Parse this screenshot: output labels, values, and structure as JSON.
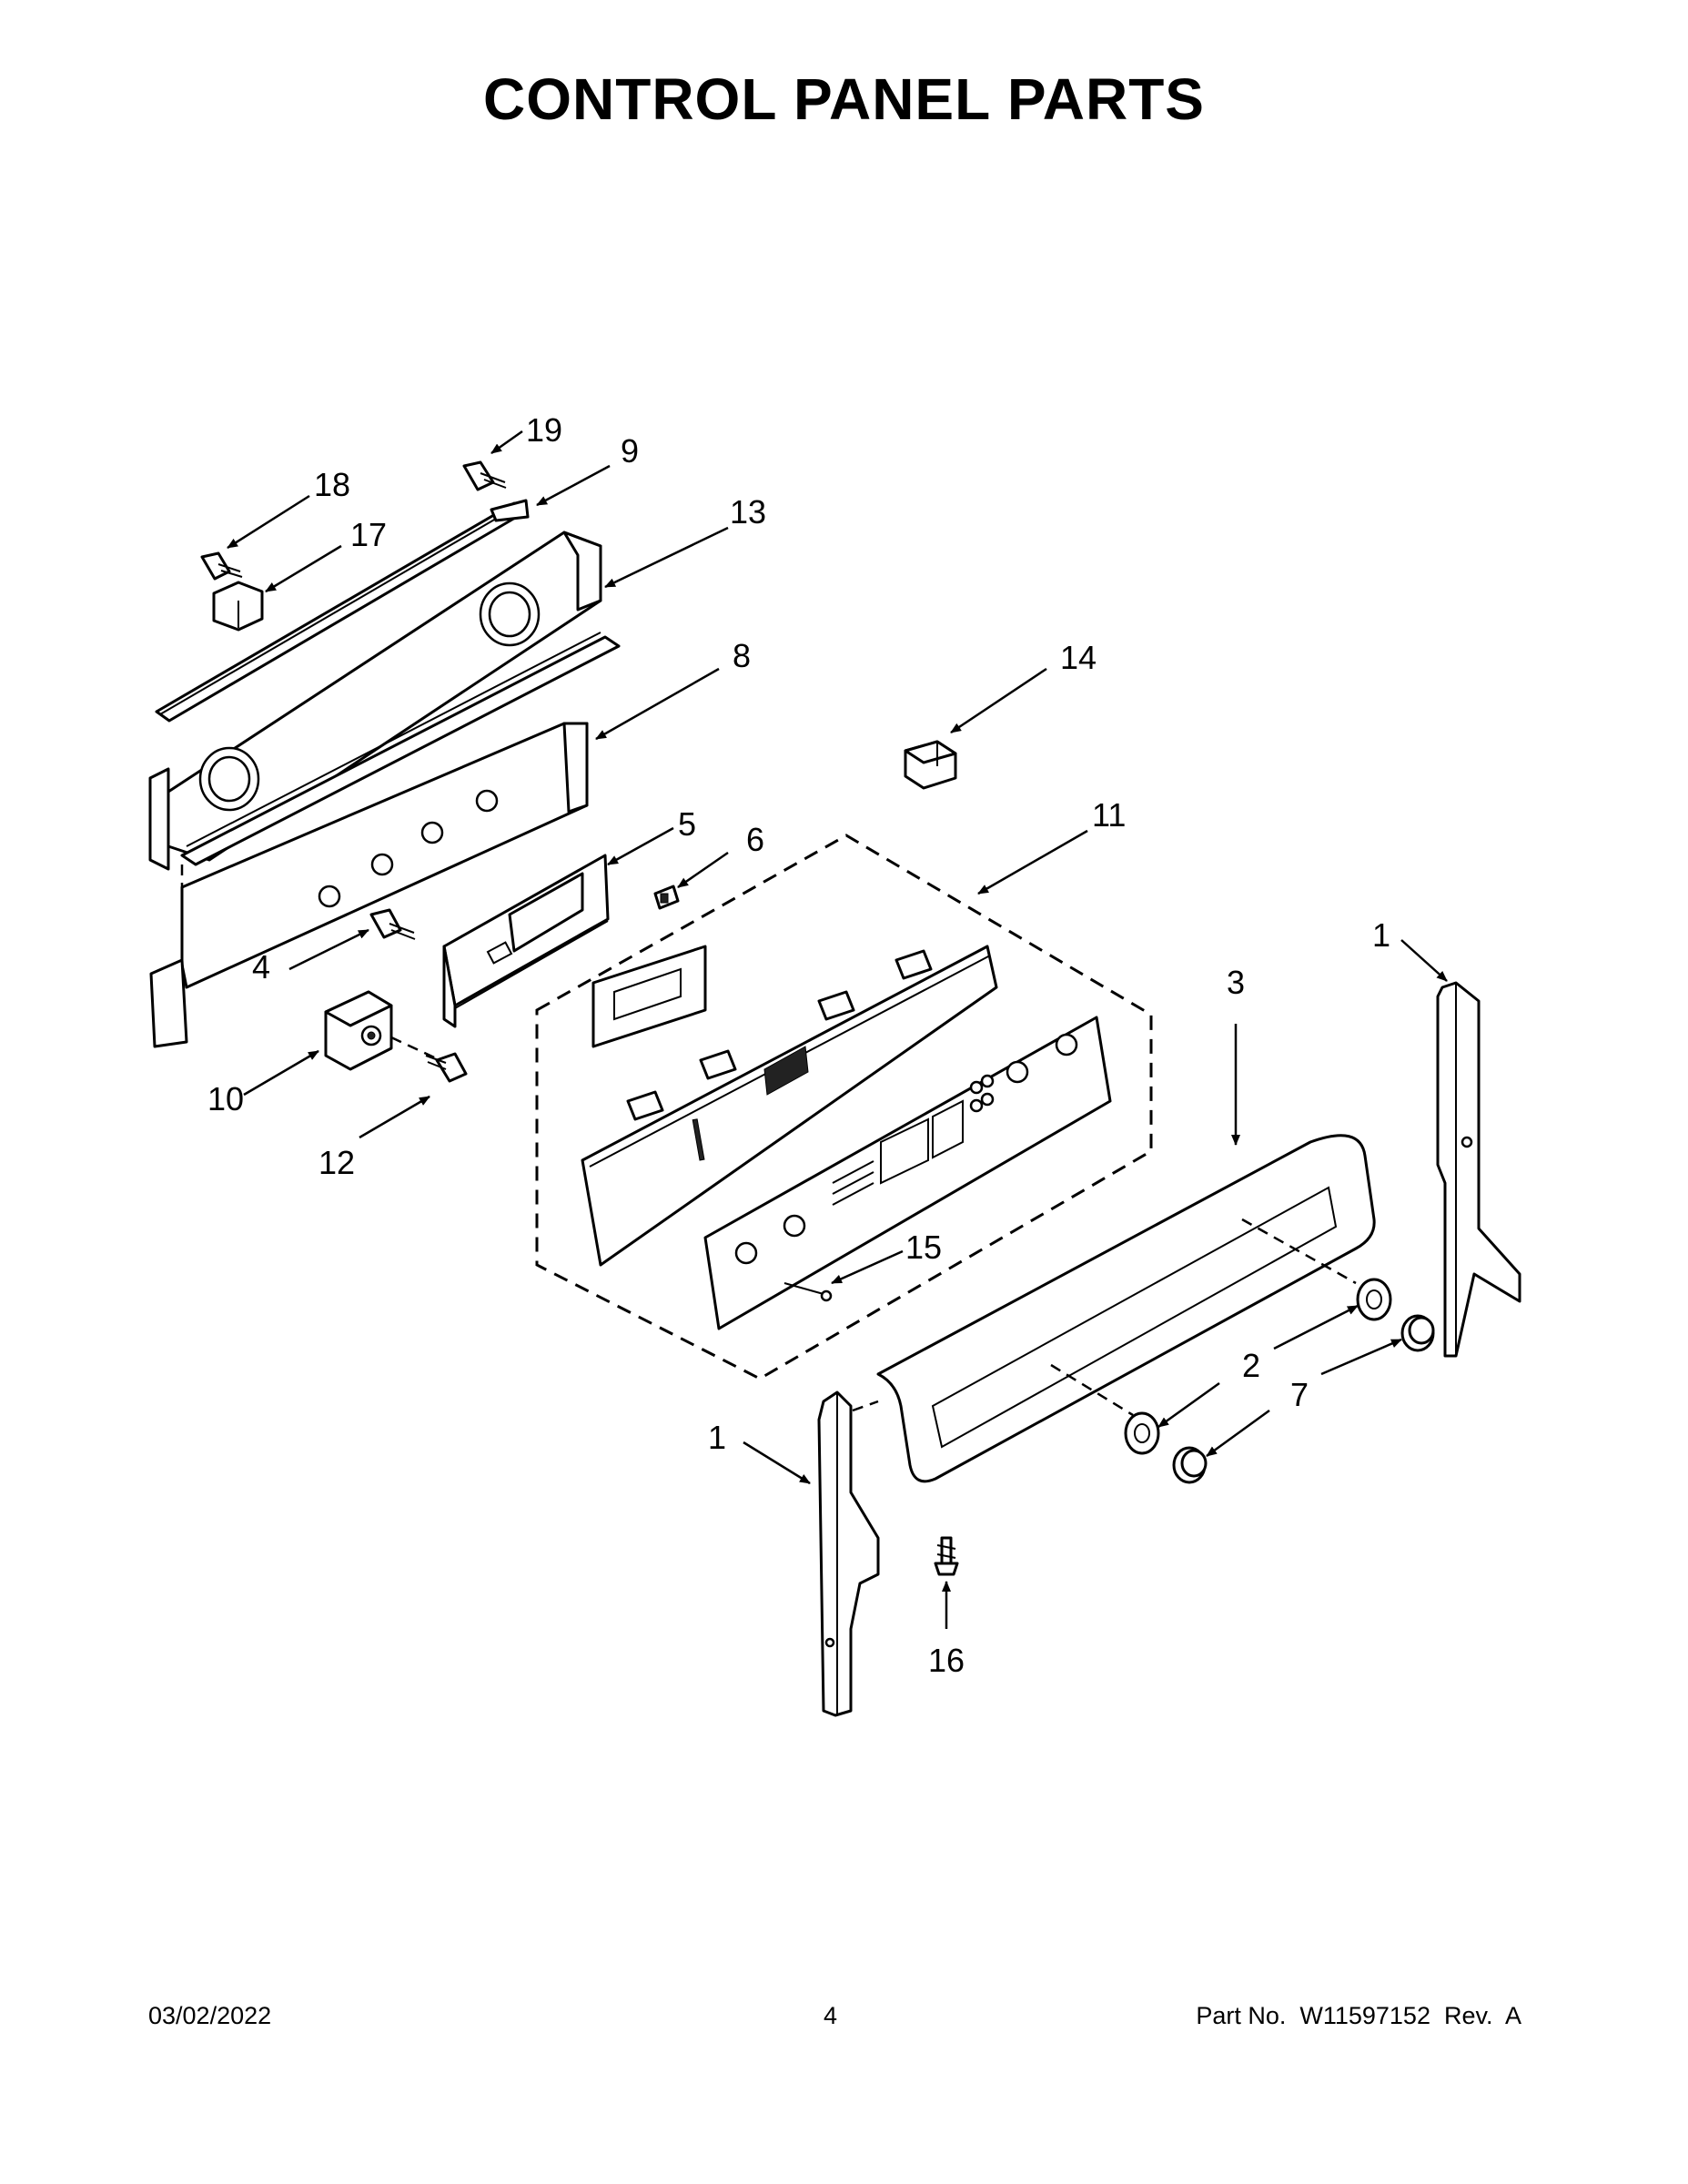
{
  "title": "CONTROL PANEL PARTS",
  "footer": {
    "date": "03/02/2022",
    "page": "4",
    "part": "Part No.  W11597152  Rev.  A"
  },
  "callouts": {
    "c1a": "1",
    "c1b": "1",
    "c2": "2",
    "c3": "3",
    "c4": "4",
    "c5": "5",
    "c6": "6",
    "c7": "7",
    "c8": "8",
    "c9": "9",
    "c10": "10",
    "c11": "11",
    "c12": "12",
    "c13": "13",
    "c14": "14",
    "c15": "15",
    "c16": "16",
    "c17": "17",
    "c18": "18",
    "c19": "19"
  }
}
